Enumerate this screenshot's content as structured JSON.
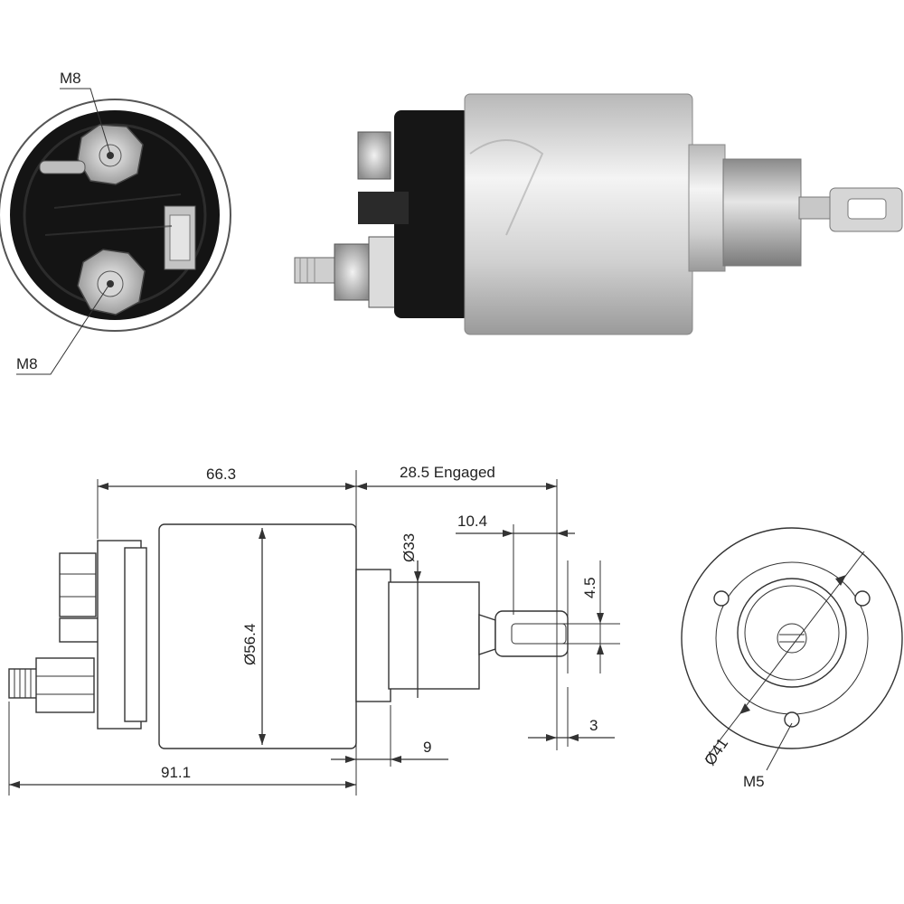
{
  "labels": {
    "top_m8": "M8",
    "bottom_m8": "M8",
    "len_66_3": "66.3",
    "len_28_5": "28.5 Engaged",
    "len_10_4": "10.4",
    "dia_33": "Ø33",
    "dia_56_4": "Ø56.4",
    "len_4_5": "4.5",
    "len_3": "3",
    "len_9": "9",
    "len_91_1": "91.1",
    "dia_41": "Ø41",
    "m5": "M5"
  },
  "colors": {
    "line": "#333333",
    "metal": "#d9d9d9",
    "dark": "#1a1a1a"
  }
}
